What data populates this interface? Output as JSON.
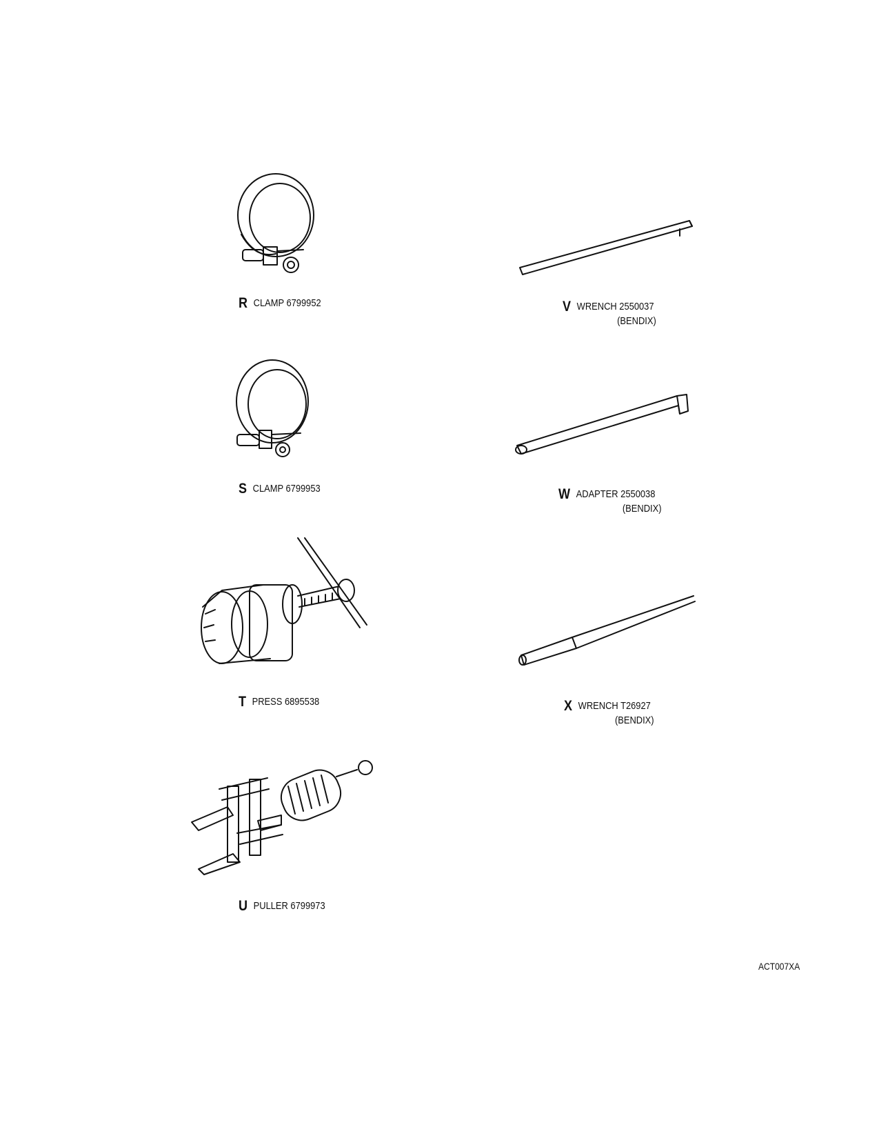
{
  "tools": [
    {
      "letter": "R",
      "name": "CLAMP",
      "part": "6799952",
      "note": ""
    },
    {
      "letter": "S",
      "name": "CLAMP",
      "part": "6799953",
      "note": ""
    },
    {
      "letter": "T",
      "name": "PRESS",
      "part": "6895538",
      "note": ""
    },
    {
      "letter": "U",
      "name": "PULLER",
      "part": "6799973",
      "note": ""
    },
    {
      "letter": "V",
      "name": "WRENCH",
      "part": "2550037",
      "note": "(BENDIX)"
    },
    {
      "letter": "W",
      "name": "ADAPTER",
      "part": "2550038",
      "note": "(BENDIX)"
    },
    {
      "letter": "X",
      "name": "WRENCH",
      "part": "T26927",
      "note": "(BENDIX)"
    }
  ],
  "figure_id": "ACT007XA"
}
